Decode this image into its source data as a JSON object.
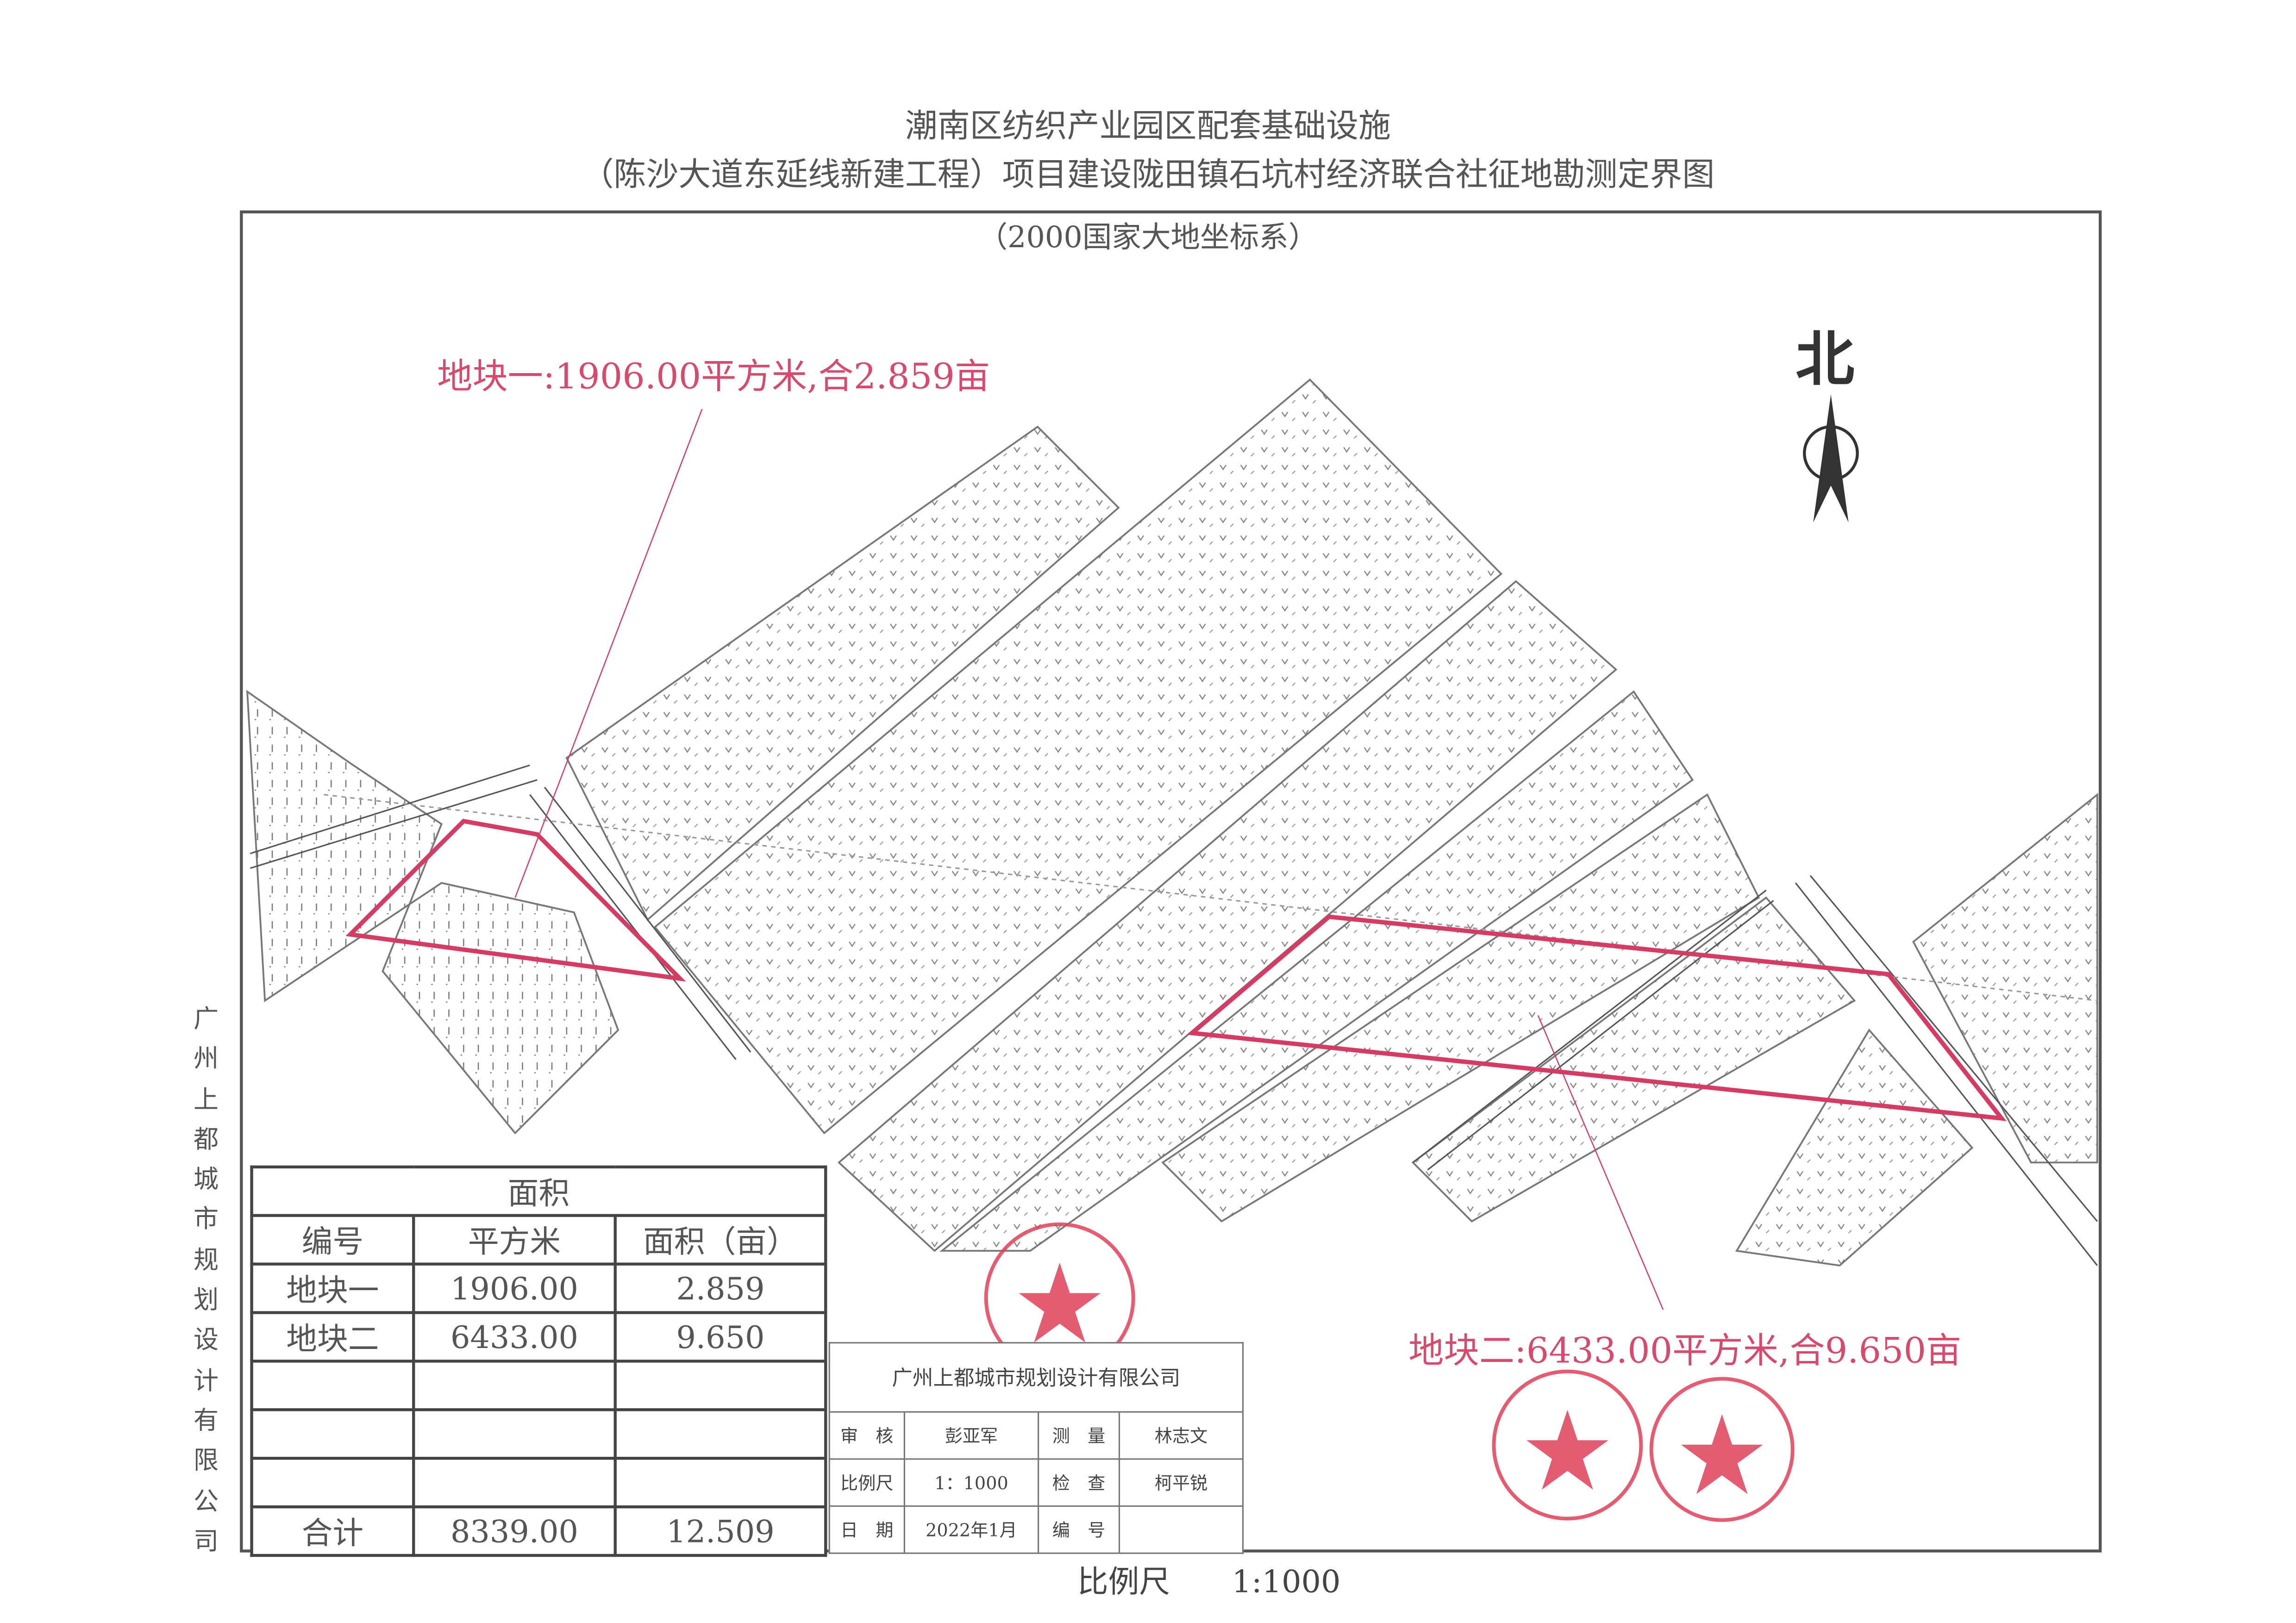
{
  "title": {
    "line1": "潮南区纺织产业园区配套基础设施",
    "line2": "（陈沙大道东延线新建工程）项目建设陇田镇石坑村经济联合社征地勘测定界图",
    "line3": "（2000国家大地坐标系）"
  },
  "north_label": "北",
  "plot_labels": {
    "plot1": "地块一:1906.00平方米,合2.859亩",
    "plot2": "地块二:6433.00平方米,合9.650亩"
  },
  "area_table": {
    "caption": "面积",
    "headers": [
      "编号",
      "平方米",
      "面积（亩）"
    ],
    "rows": [
      [
        "地块一",
        "1906.00",
        "2.859"
      ],
      [
        "地块二",
        "6433.00",
        "9.650"
      ],
      [
        "",
        "",
        ""
      ],
      [
        "",
        "",
        ""
      ]
    ],
    "total": [
      "合计",
      "8339.00",
      "12.509"
    ]
  },
  "info_table": {
    "company": "广州上都城市规划设计有限公司",
    "rows": [
      [
        "审　核",
        "彭亚军",
        "测　量",
        "林志文"
      ],
      [
        "比例尺",
        "1：1000",
        "检　查",
        "柯平锐"
      ],
      [
        "日　期",
        "2022年1月",
        "编　号",
        ""
      ]
    ]
  },
  "scale_text": "比例尺　　1:1000",
  "side_text": [
    "广",
    "州",
    "上",
    "都",
    "城",
    "市",
    "规",
    "划",
    "设",
    "计",
    "有",
    "限",
    "公",
    "司"
  ],
  "colors": {
    "boundary": "#d43c64",
    "stamp": "#e0405a",
    "parcel": "#777777"
  }
}
